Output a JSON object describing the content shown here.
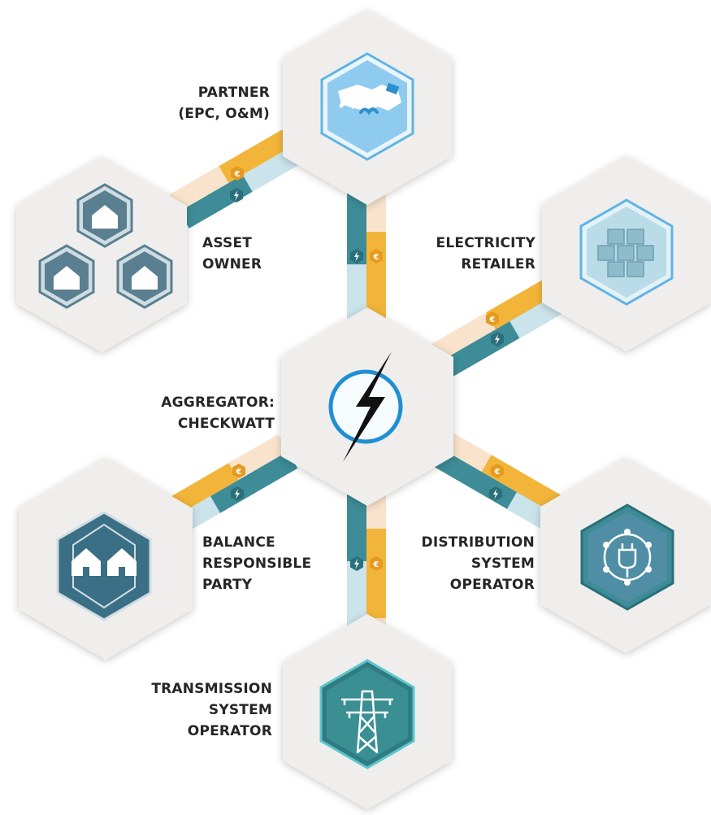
{
  "labels": {
    "partner": [
      "PARTNER",
      "(EPC, O&M)"
    ],
    "asset_owner": [
      "ASSET",
      "OWNER"
    ],
    "electricity_retailer": [
      "ELECTRICITY",
      "RETAILER"
    ],
    "aggregator": [
      "AGGREGATOR:",
      "CHECKWATT"
    ],
    "balance_responsible": [
      "BALANCE",
      "RESPONSIBLE",
      "PARTY"
    ],
    "distribution": [
      "DISTRIBUTION",
      "SYSTEM",
      "OPERATOR"
    ],
    "transmission": [
      "TRANSMISSION",
      "SYSTEM",
      "OPERATOR"
    ]
  },
  "symbols": {
    "money": "€"
  },
  "icons": {
    "partner": "handshake-icon",
    "asset_owner": "three-houses-icon",
    "electricity_retailer": "cube-stack-icon",
    "aggregator": "lightning-bolt-icon",
    "balance_responsible": "two-houses-icon",
    "distribution": "plug-network-icon",
    "transmission": "transmission-tower-icon"
  },
  "colors": {
    "hex_fill": "#efeeec",
    "money_flow": "#f2b53a",
    "money_flow_light": "#f9e3cc",
    "energy_flow": "#3d8c98",
    "energy_flow_light": "#cbe3ea",
    "partner_icon": "#5fb4e4",
    "retailer_icon": "#8fc6d6",
    "aggregator_accent": "#1f8fd4",
    "asset_icon": "#5a7f90",
    "brp_icon": "#3b6f86",
    "dso_icon": "#4f8ea4",
    "tso_icon": "#2e7c82"
  }
}
